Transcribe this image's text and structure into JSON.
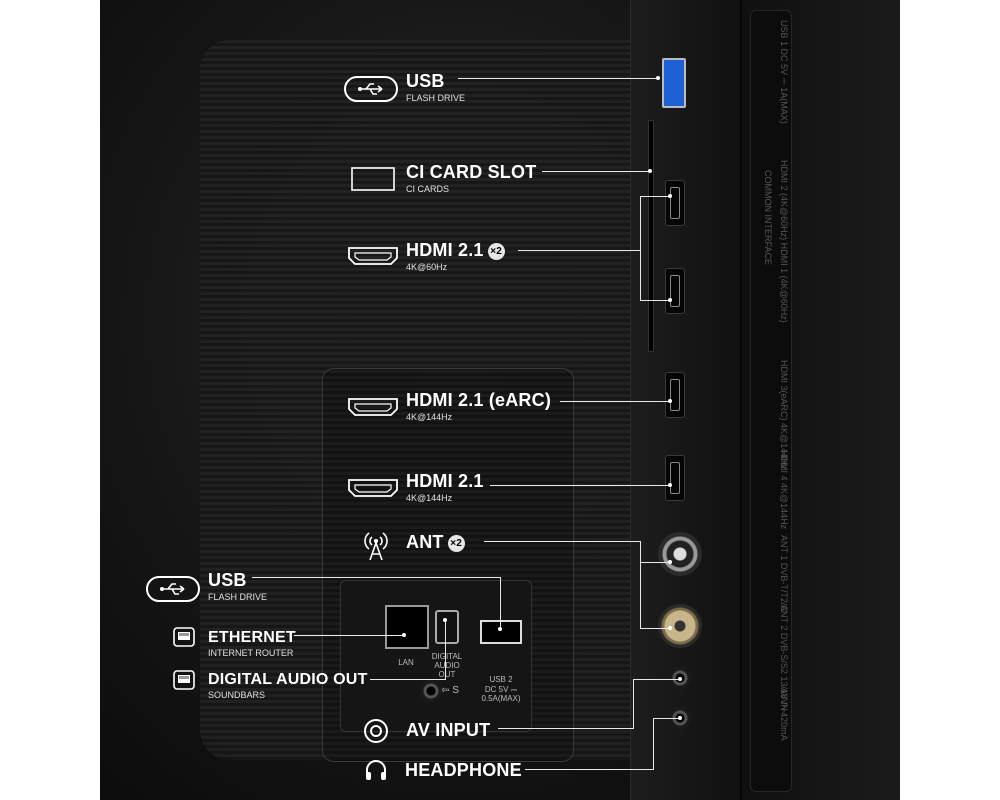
{
  "labels": {
    "usb_top": {
      "title": "USB",
      "sub": "FLASH DRIVE",
      "icon": "usb-icon"
    },
    "ci_card": {
      "title": "CI CARD SLOT",
      "sub": "CI CARDS",
      "icon": "card-slot-icon"
    },
    "hdmi_60": {
      "title": "HDMI 2.1",
      "badge": "×2",
      "sub": "4K@60Hz",
      "icon": "hdmi-icon"
    },
    "hdmi_earc": {
      "title": "HDMI 2.1 (eARC)",
      "sub": "4K@144Hz",
      "icon": "hdmi-icon"
    },
    "hdmi_144": {
      "title": "HDMI 2.1",
      "sub": "4K@144Hz",
      "icon": "hdmi-icon"
    },
    "ant": {
      "title": "ANT",
      "badge": "×2",
      "icon": "antenna-icon"
    },
    "usb_bottom": {
      "title": "USB",
      "sub": "FLASH DRIVE",
      "icon": "usb-icon"
    },
    "ethernet": {
      "title": "ETHERNET",
      "sub": "INTERNET ROUTER",
      "icon": "ethernet-icon"
    },
    "digital_audio": {
      "title": "DIGITAL AUDIO OUT",
      "sub": "SOUNDBARS",
      "icon": "ethernet-icon"
    },
    "av_input": {
      "title": "AV INPUT",
      "icon": "av-input-icon"
    },
    "headphone": {
      "title": "HEADPHONE",
      "icon": "headphone-icon"
    }
  },
  "printed_port_labels": {
    "lan": "LAN",
    "digital_audio_out": "DIGITAL\nAUDIO OUT",
    "usb2": "USB 2",
    "usb2_power": "DC 5V ⎓ 0.5A(MAX)",
    "s_mark": "⇦ S"
  },
  "side_text": {
    "usb1": "USB 1  DC 5V ⎓ 1A(MAX)",
    "ci": "COMMON INTERFACE",
    "hdmi": "HDMI 2 (4K@60Hz)  HDMI 1 (4K@60Hz)",
    "hdmi3": "HDMI 3(eARC)  4K@144Hz",
    "hdmi4": "HDMI 4  4K@144Hz",
    "ant1": "ANT 1  DVB-T/T2/C",
    "ant2": "ANT 2  DVB-S/S2  13/18V⎓420mA",
    "av": "AV IN"
  }
}
